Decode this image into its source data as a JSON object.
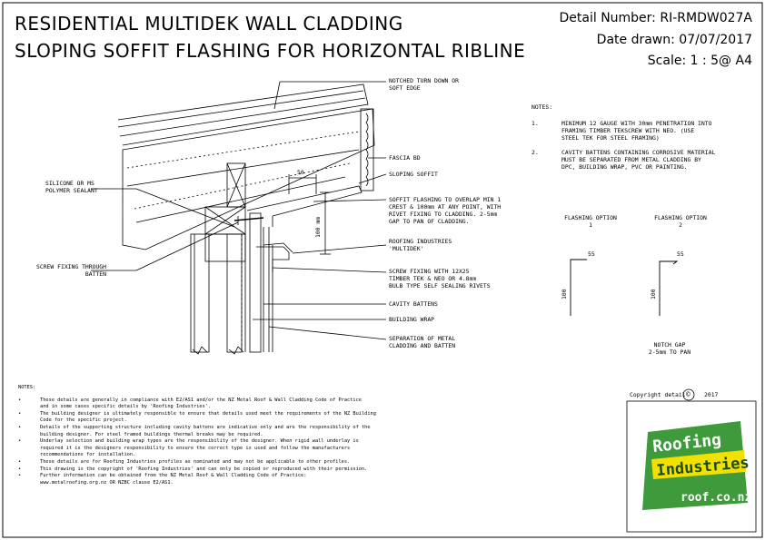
{
  "header": {
    "title_line1": "RESIDENTIAL MULTIDEK WALL CLADDING",
    "title_line2": "SLOPING SOFFIT FLASHING FOR HORIZONTAL RIBLINE",
    "detail_number": "Detail Number:  RI-RMDW027A",
    "date_drawn": "Date drawn:  07/07/2017",
    "scale": "Scale:   1 : 5@ A4"
  },
  "callouts": {
    "notched": [
      "NOTCHED TURN DOWN OR",
      "SOFT EDGE"
    ],
    "fascia": "FASCIA BD",
    "soffit": "SLOPING SOFFIT",
    "silicone": [
      "SILICONE OR MS",
      "POLYMER SEALANT"
    ],
    "soffit_flashing": [
      "SOFFIT FLASHING TO OVERLAP MIN 1",
      "CREST & 100mm AT ANY POINT, WITH",
      "RIVET FIXING TO CLADDING. 2-5mm",
      "GAP TO PAN OF CLADDING."
    ],
    "roofing_industries": [
      "ROOFING INDUSTRIES",
      "'MULTIDEK'"
    ],
    "screw_fixing": [
      "SCREW FIXING WITH 12X25",
      "TIMBER TEK & NEO OR 4.8mm",
      "BULB TYPE SELF SEALING RIVETS"
    ],
    "cavity": "CAVITY BATTENS",
    "building_wrap": "BUILDING WRAP",
    "separation": [
      "SEPARATION OF METAL",
      "CLADDING AND BATTEN"
    ],
    "screw_through": [
      "SCREW FIXING THROUGH",
      "BATTEN"
    ],
    "dim_50": "50",
    "dim_100": "100 mm"
  },
  "right_notes": {
    "heading": "NOTES:",
    "items": [
      {
        "num": "1.",
        "lines": [
          "MINIMUM 12 GAUGE WITH 30mm PENETRATION INTO",
          "FRAMING TIMBER TEKSCREW WITH NEO.  (USE",
          "STEEL TEK FOR STEEL FRAMING)"
        ]
      },
      {
        "num": "2.",
        "lines": [
          "CAVITY BATTENS CONTAINING CORROSIVE MATERIAL",
          "MUST BE SEPARATED FROM METAL CLADDING BY",
          "DPC, BUILDING WRAP, PVC OR PAINTING."
        ]
      }
    ]
  },
  "flashing_options": {
    "option1": [
      "FLASHING OPTION",
      "1"
    ],
    "option2": [
      "FLASHING OPTION",
      "2"
    ],
    "dim_top": "55",
    "dim_side": "100",
    "notch": [
      "NOTCH GAP",
      "2-5mm TO PAN"
    ]
  },
  "bottom_notes": {
    "heading": "NOTES:",
    "items": [
      [
        "These details are generally in compliance with E2/AS1 and/or the NZ Metal Roof & Wall Cladding Code of Practice",
        "and in some cases specific details by 'Roofing Industries'."
      ],
      [
        "The building designer is ultimately responsible to ensure that details used meet the requirements of the NZ Building",
        "Code for the specific project."
      ],
      [
        "Details of the supporting structure including cavity battens are indicative only and are the responsibility of the",
        "building designer. For steel framed buildings thermal breaks may be required."
      ],
      [
        "Underlay selection and building wrap types are the responsibility of the designer. When rigid wall underlay is",
        "required it is the designers responsibility to ensure the correct type is used and follow the manufacturers",
        "recommendations for installation."
      ],
      [
        "These details are for Roofing Industries profiles as nominated and may not be applicable to other profiles."
      ],
      [
        "This drawing is the copyright of 'Roofing Industries' and can only be copied or reproduced with their permission."
      ],
      [
        "Further information can be obtained from the NZ Metal Roof & Wall Cladding Code of Practice:",
        "www.metalroofing.org.nz OR NZBC clause E2/AS1."
      ]
    ]
  },
  "copyright": {
    "label": "Copyright detail",
    "symbol": "©",
    "year": "2017"
  },
  "logo": {
    "line1": "Roofing",
    "line2": "Industries",
    "url": "roof.co.nz"
  },
  "colors": {
    "logo_green": "#3e9a3a",
    "logo_yellow": "#f2e000",
    "ink": "#000000"
  }
}
